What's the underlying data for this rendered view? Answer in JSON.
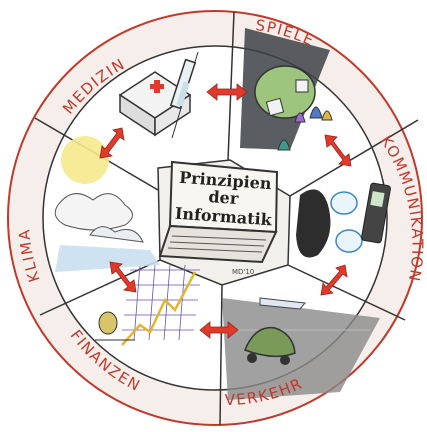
{
  "center": {
    "lines": [
      "Prinzipien",
      "der",
      "Informatik"
    ],
    "signature": "MD'10"
  },
  "segments": [
    {
      "id": "medizin",
      "label": "MEDIZIN"
    },
    {
      "id": "spiele",
      "label": "SPIELE"
    },
    {
      "id": "kommunikation",
      "label": "KOMMUNIKATION"
    },
    {
      "id": "verkehr",
      "label": "VERKEHR"
    },
    {
      "id": "finanzen",
      "label": "FINANZEN"
    },
    {
      "id": "klima",
      "label": "KLIMA"
    }
  ],
  "colors": {
    "ring_fill": "#f6eeea",
    "ring_stroke": "#c0392b",
    "label_color": "#c0392b",
    "arrow_red": "#e23a2a",
    "outline": "#333333",
    "center_fill": "#f2f0ea"
  },
  "icons": {
    "medizin": "syringe-and-firstaid-kit-icon",
    "spiele": "board-game-icon",
    "kommunikation": "phone-and-speech-bubbles-icon",
    "verkehr": "car-and-airplane-icon",
    "finanzen": "finance-chart-icon",
    "klima": "weather-sun-clouds-icon"
  }
}
